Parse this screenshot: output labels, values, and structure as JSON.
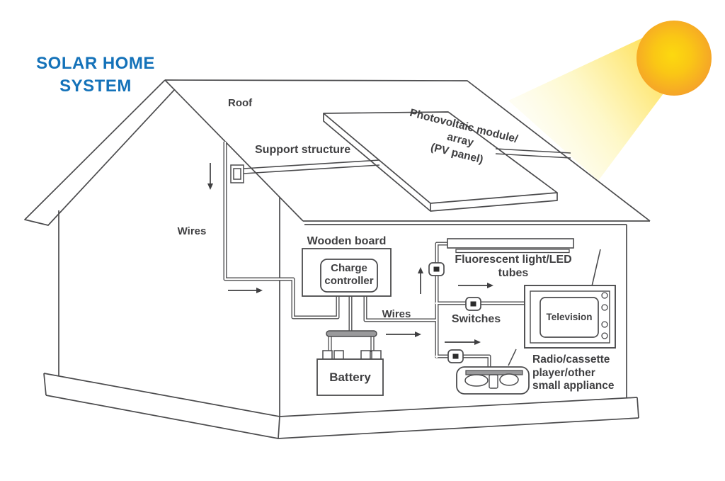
{
  "title": {
    "text": "SOLAR HOME\nSYSTEM"
  },
  "labels": {
    "roof": "Roof",
    "pv_panel": "Photovoltaic module/\narray\n(PV panel)",
    "support_structure": "Support structure",
    "wires_left": "Wires",
    "wooden_board": "Wooden board",
    "charge_controller": "Charge\ncontroller",
    "wires_mid": "Wires",
    "switches": "Switches",
    "fluorescent": "Fluorescent light/LED\ntubes",
    "television": "Television",
    "battery": "Battery",
    "radio": "Radio/cassette\nplayer/other\nsmall appliance"
  },
  "colors": {
    "title_blue": "#1472b9",
    "label_text": "#3f3f41",
    "outline": "#4b4b4d",
    "sun_center": "#fbd20c",
    "sun_edge": "#f5a329",
    "beam_near": "#ffe25e",
    "beam_far": "#fefce8",
    "switch_dot": "#2b2b2b",
    "metal_gray": "#9a9a9c"
  },
  "icons": [
    "sun-icon",
    "light-beam-icon",
    "arrow-down-icon",
    "arrow-right-icon",
    "arrow-up-icon",
    "switch-icon",
    "tv-antenna-icon",
    "radio-antenna-icon"
  ]
}
